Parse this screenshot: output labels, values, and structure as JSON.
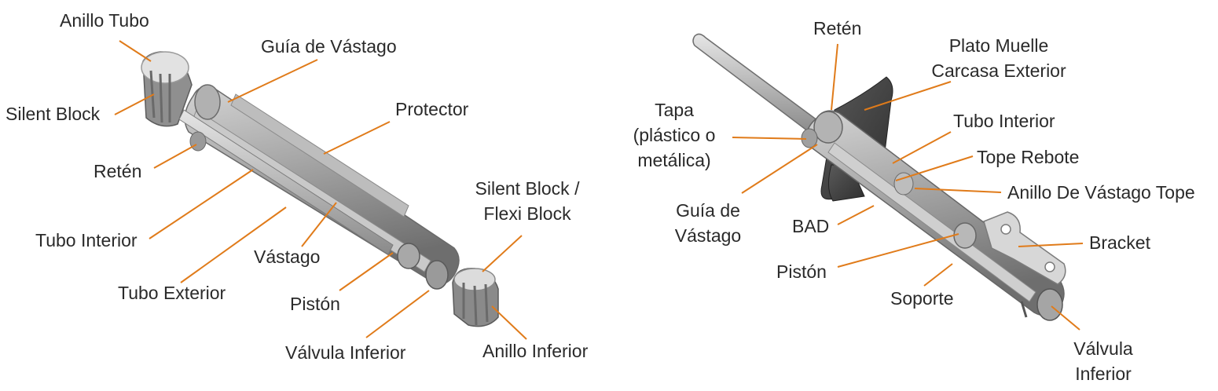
{
  "left_diagram": {
    "labels": {
      "anillo_tubo": "Anillo Tubo",
      "guia_de_vastago": "Guía de Vástago",
      "silent_block": "Silent Block",
      "protector": "Protector",
      "reten": "Retén",
      "silent_flexi_block_line1": "Silent Block /",
      "silent_flexi_block_line2": "Flexi Block",
      "tubo_interior": "Tubo Interior",
      "vastago": "Vástago",
      "tubo_exterior": "Tubo Exterior",
      "piston": "Pistón",
      "valvula_inferior": "Válvula Inferior",
      "anillo_inferior": "Anillo Inferior"
    }
  },
  "right_diagram": {
    "labels": {
      "reten": "Retén",
      "plato_muelle_line1": "Plato Muelle",
      "plato_muelle_line2": "Carcasa Exterior",
      "tapa_line1": "Tapa",
      "tapa_line2": "(plástico o",
      "tapa_line3": "metálica)",
      "tubo_interior": "Tubo Interior",
      "tope_rebote": "Tope Rebote",
      "anillo_de_vastago_tope": "Anillo De Vástago Tope",
      "guia_line1": "Guía de",
      "guia_line2": "Vástago",
      "bad": "BAD",
      "bracket": "Bracket",
      "piston": "Pistón",
      "soporte": "Soporte",
      "valvula_line1": "Válvula",
      "valvula_line2": "Inferior"
    }
  },
  "colors": {
    "leader_line": "#e07b1a",
    "label_text": "#2a2a2a",
    "part_dark": "#6f6f6f",
    "part_mid": "#9c9c9c",
    "part_light": "#cfcfcf"
  }
}
